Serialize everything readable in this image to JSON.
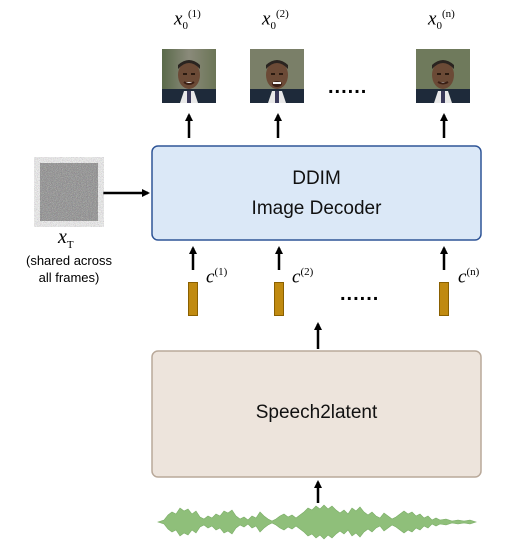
{
  "outputs": [
    {
      "base": "x",
      "sub": "0",
      "sup": "(1)"
    },
    {
      "base": "x",
      "sub": "0",
      "sup": "(2)"
    },
    {
      "base": "x",
      "sub": "0",
      "sup": "(n)"
    }
  ],
  "output_ellipsis": "......",
  "decoder": {
    "line1": "DDIM",
    "line2": "Image Decoder"
  },
  "noise": {
    "base": "x",
    "sub": "T",
    "caption_line1": "(shared across",
    "caption_line2": "all frames)"
  },
  "conditions": [
    {
      "base": "c",
      "sup": "(1)"
    },
    {
      "base": "c",
      "sup": "(2)"
    },
    {
      "base": "c",
      "sup": "(n)"
    }
  ],
  "condition_ellipsis": "......",
  "encoder": {
    "label": "Speech2latent"
  },
  "colors": {
    "decoder_fill": "#dbe8f7",
    "decoder_border": "#2f5597",
    "encoder_fill": "#ede4dc",
    "encoder_border": "#b9a99a",
    "latent_bar": "#c08a10",
    "waveform": "#8fbf7a"
  },
  "icons": {
    "face": "face-frame-icon",
    "noise": "noise-image-icon",
    "audio": "audio-waveform-icon"
  }
}
